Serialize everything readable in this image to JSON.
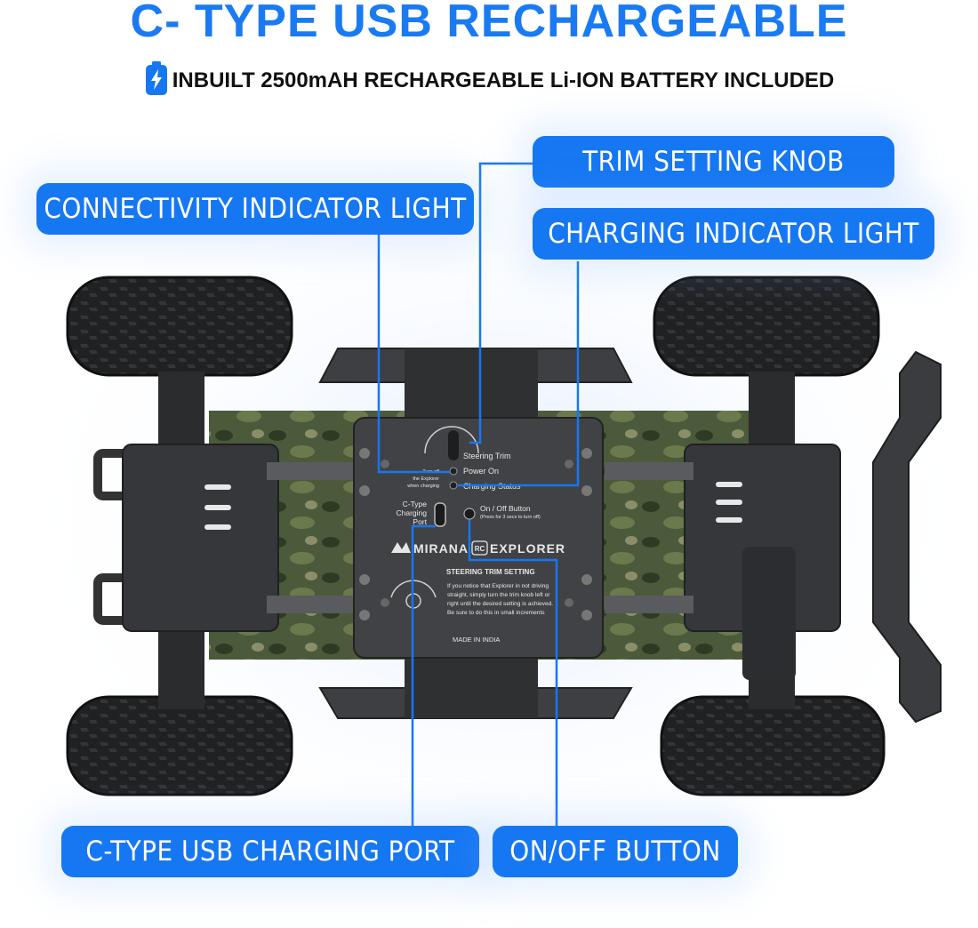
{
  "header": {
    "title": "C- TYPE USB RECHARGEABLE",
    "subtitle": "INBUILT 2500mAH RECHARGEABLE Li-ION BATTERY INCLUDED"
  },
  "callouts": {
    "trim_knob": "TRIM SETTING KNOB",
    "connectivity_light": "CONNECTIVITY INDICATOR LIGHT",
    "charging_light": "CHARGING INDICATOR LIGHT",
    "usb_port": "C-TYPE USB CHARGING PORT",
    "onoff_button": "ON/OFF BUTTON"
  },
  "panel": {
    "steering_trim": "Steering Trim",
    "power_on": "Power On",
    "charging_status": "Charging Status",
    "turn_off_note_1": "Turn off",
    "turn_off_note_2": "the Explorer",
    "turn_off_note_3": "when charging",
    "ctype_1": "C-Type",
    "ctype_2": "Charging",
    "ctype_3": "Port",
    "onoff": "On / Off Button",
    "onoff_note": "(Press for 3 secs to turn off)",
    "brand_left": "MIRANA",
    "brand_badge": "RC",
    "brand_right": "EXPLORER",
    "trim_heading": "STEERING TRIM SETTING",
    "trim_text_1": "If you notice that Explorer in not driving",
    "trim_text_2": "straight, simply turn the trim knob left or",
    "trim_text_3": "right until the desired setting is achieved.",
    "trim_text_4": "Be sure to do this in small increments",
    "made_in": "MADE IN INDIA"
  },
  "colors": {
    "accent": "#1677f2",
    "title": "#1a7af2",
    "chassis": "#3a3b3d",
    "tire": "#1e1f21",
    "leader_line": "#1677f2"
  }
}
